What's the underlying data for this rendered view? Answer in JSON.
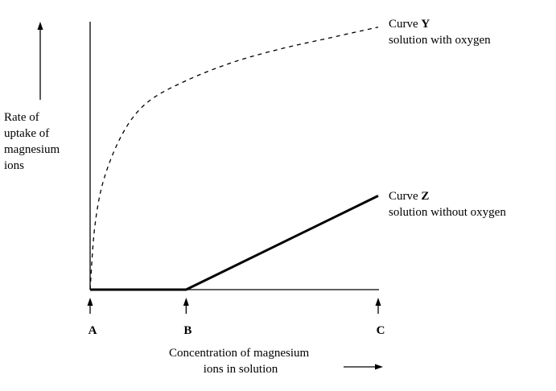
{
  "chart_data": {
    "type": "line",
    "ylabel_lines": [
      "Rate of",
      "uptake of",
      "magnesium",
      "ions"
    ],
    "xlabel_lines": [
      "Concentration of magnesium",
      "ions in solution"
    ],
    "ticks": [
      {
        "label": "A",
        "x": 0
      },
      {
        "label": "B",
        "x": 1
      },
      {
        "label": "C",
        "x": 3
      }
    ],
    "xlim": [
      0,
      3
    ],
    "ylim": [
      0,
      1
    ],
    "grid": false,
    "series": [
      {
        "id": "Y",
        "name_prefix": "Curve",
        "name_bold": "Y",
        "description": "solution with oxygen",
        "style": "dashed",
        "color": "#000000",
        "x": [
          0,
          0.05,
          0.15,
          0.35,
          0.6,
          1.0,
          1.5,
          2.0,
          2.5,
          3.0
        ],
        "y": [
          0,
          0.24,
          0.42,
          0.59,
          0.7,
          0.78,
          0.85,
          0.9,
          0.94,
          0.98
        ]
      },
      {
        "id": "Z",
        "name_prefix": "Curve",
        "name_bold": "Z",
        "description": "solution without oxygen",
        "style": "solid-thick",
        "color": "#000000",
        "x": [
          0,
          1,
          3
        ],
        "y": [
          0,
          0,
          0.35
        ]
      }
    ]
  }
}
